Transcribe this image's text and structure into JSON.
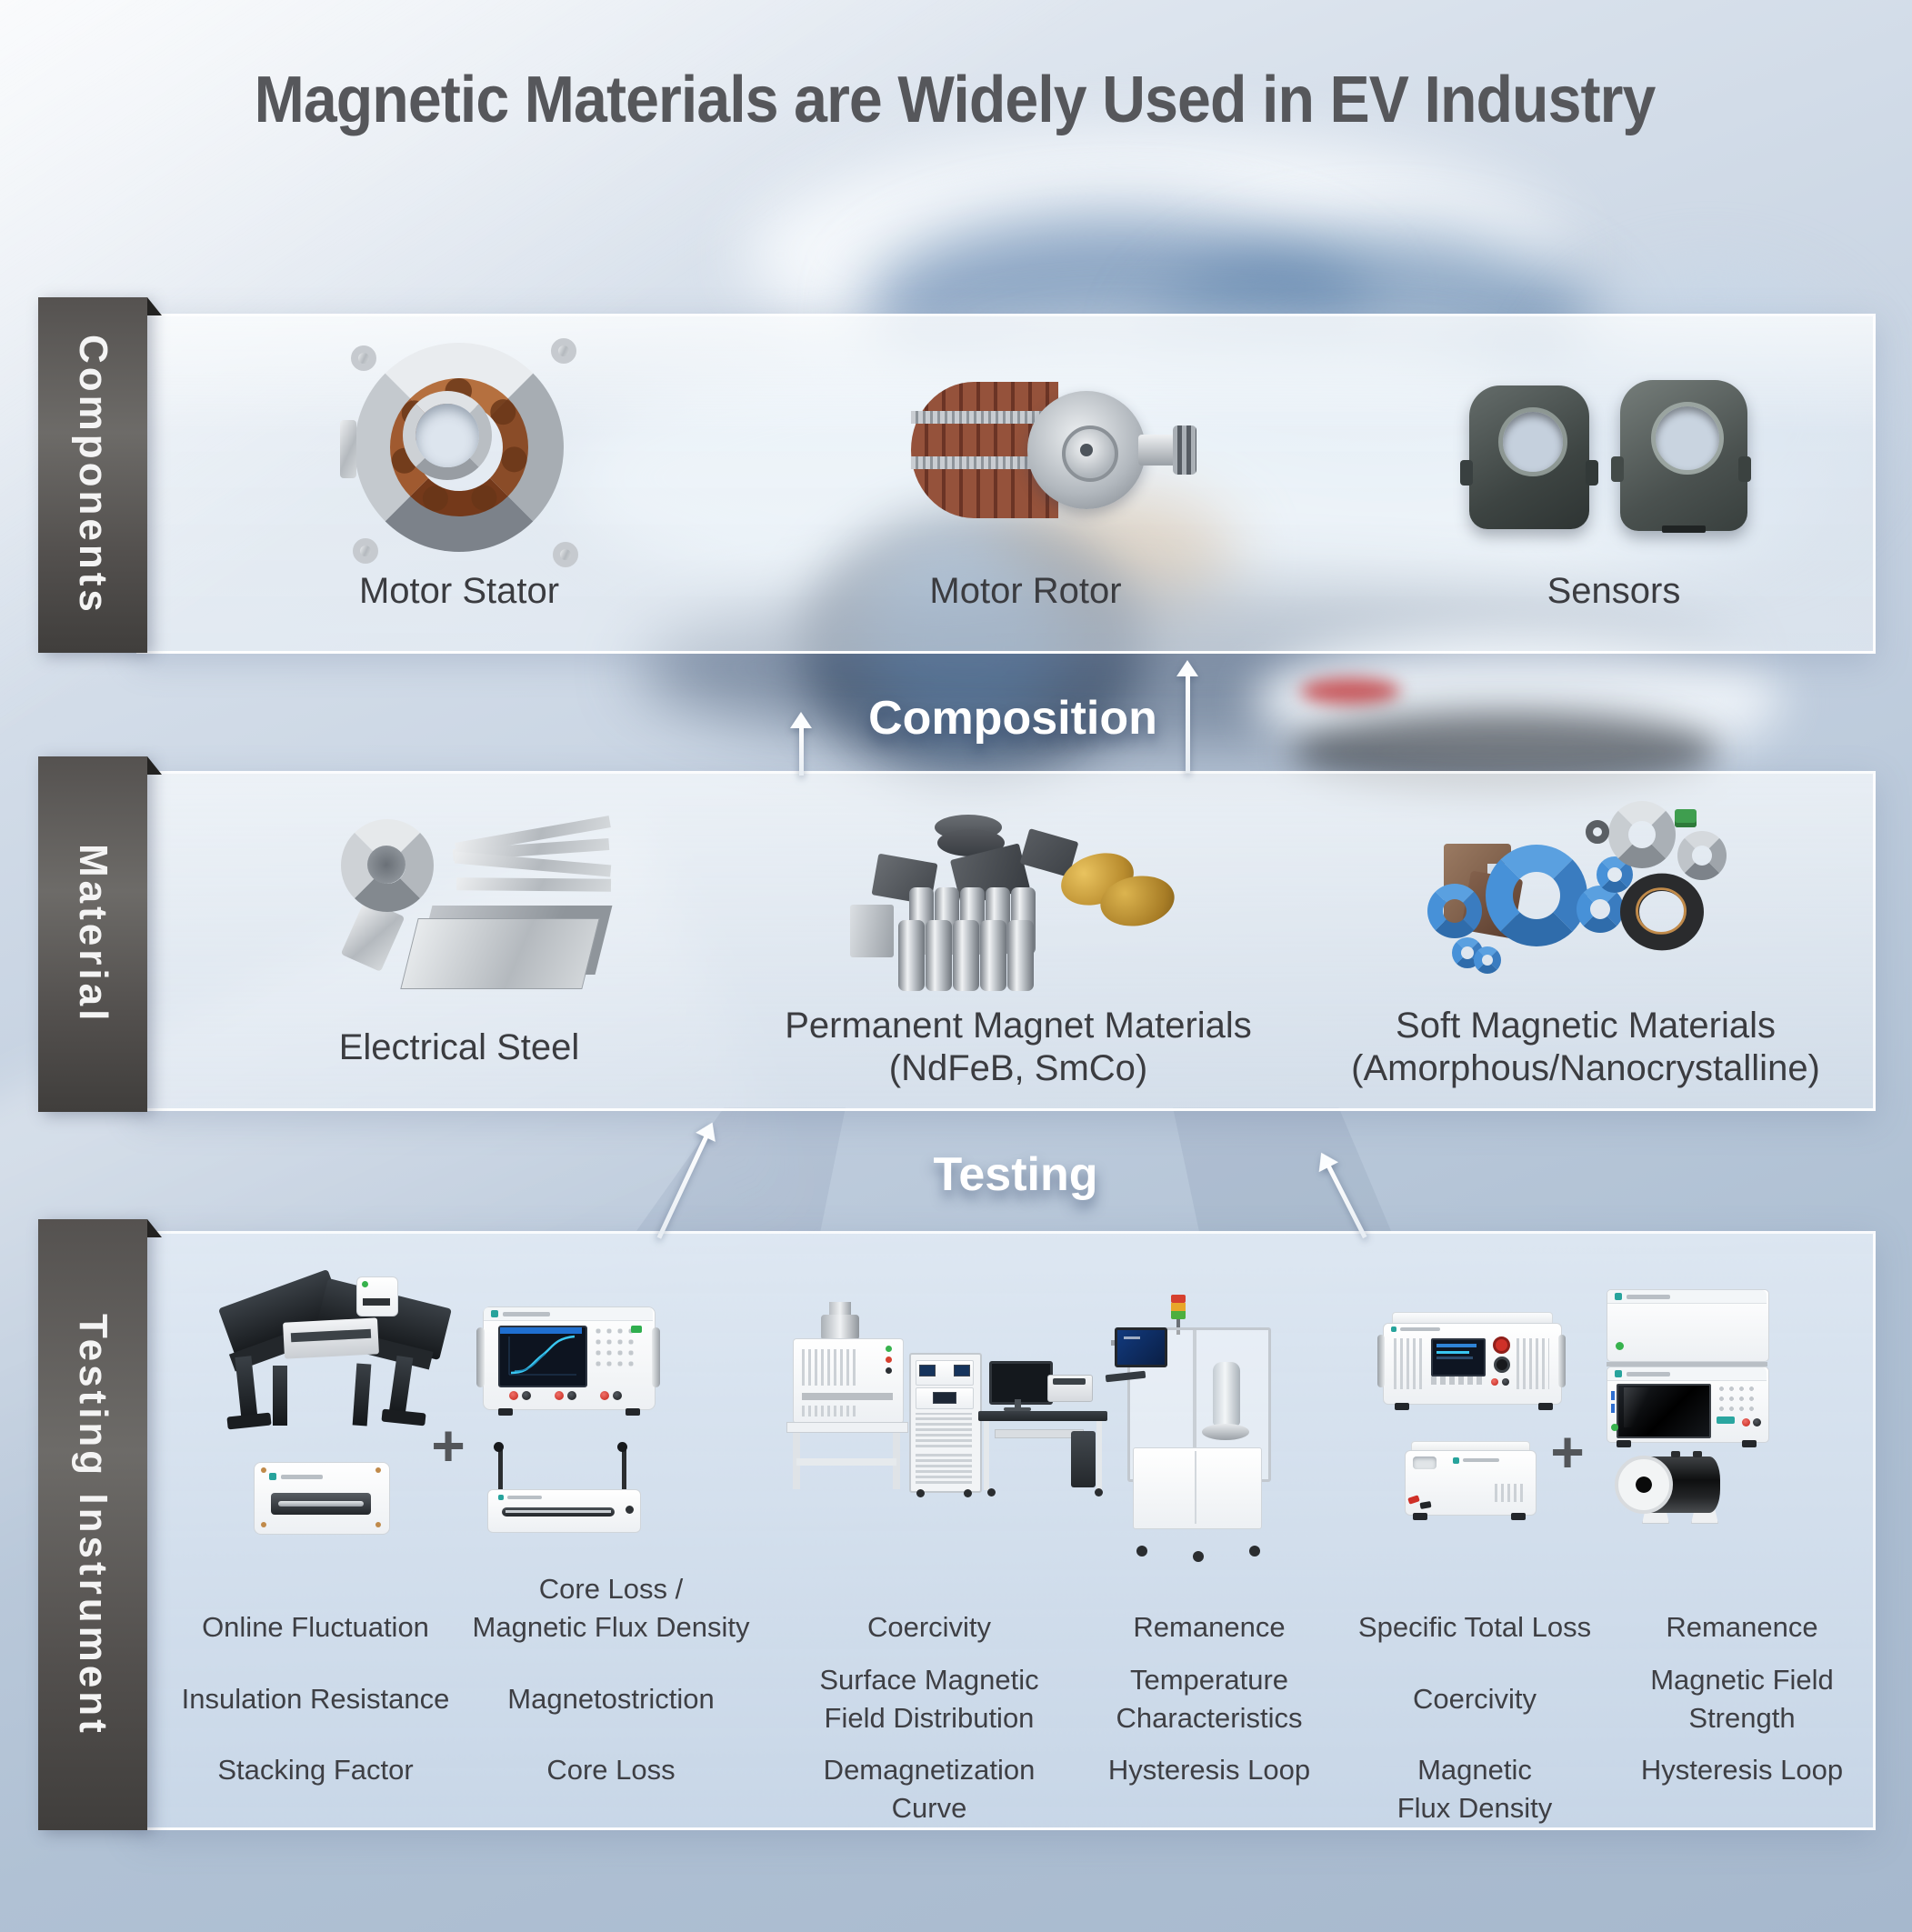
{
  "title": "Magnetic Materials are Widely Used in EV Industry",
  "flow": {
    "composition": "Composition",
    "testing": "Testing"
  },
  "components_band": {
    "ribbon": "Components",
    "items": [
      {
        "label": "Motor Stator"
      },
      {
        "label": "Motor Rotor"
      },
      {
        "label": "Sensors"
      }
    ]
  },
  "material_band": {
    "ribbon": "Material",
    "items": [
      {
        "line1": "Electrical Steel",
        "line2": ""
      },
      {
        "line1": "Permanent Magnet Materials",
        "line2": "(NdFeB, SmCo)"
      },
      {
        "line1": "Soft Magnetic Materials",
        "line2": "(Amorphous/Nanocrystalline)"
      }
    ]
  },
  "testing_band": {
    "ribbon": "Testing Instrument",
    "plus": "+",
    "labels": [
      {
        "lines": [
          "Online Fluctuation"
        ]
      },
      {
        "lines": [
          "Core Loss /",
          "Magnetic Flux Density"
        ]
      },
      {
        "lines": [
          "Coercivity"
        ]
      },
      {
        "lines": [
          "Remanence"
        ]
      },
      {
        "lines": [
          "Specific Total Loss"
        ]
      },
      {
        "lines": [
          "Remanence"
        ]
      },
      {
        "lines": [
          "Insulation Resistance"
        ]
      },
      {
        "lines": [
          "Magnetostriction"
        ]
      },
      {
        "lines": [
          "Surface Magnetic",
          "Field Distribution"
        ]
      },
      {
        "lines": [
          "Temperature",
          "Characteristics"
        ]
      },
      {
        "lines": [
          "Coercivity"
        ]
      },
      {
        "lines": [
          "Magnetic Field",
          "Strength"
        ]
      },
      {
        "lines": [
          "Stacking Factor"
        ]
      },
      {
        "lines": [
          "Core Loss"
        ]
      },
      {
        "lines": [
          "Demagnetization",
          "Curve"
        ]
      },
      {
        "lines": [
          "Hysteresis Loop"
        ]
      },
      {
        "lines": [
          "Magnetic",
          "Flux Density"
        ]
      },
      {
        "lines": [
          "Hysteresis Loop"
        ]
      }
    ]
  },
  "colors": {
    "ribbon_dark": "#4a4846",
    "label_text": "#3e3f44",
    "title_text": "#56575b",
    "flow_text": "#ffffff",
    "toroid_blue": "#4791d8",
    "copper_winding": "#a9653a",
    "signal_red": "#d6402f",
    "signal_amber": "#e8a62a",
    "signal_green": "#4daf3e",
    "screen_cyan": "#39c6f0"
  }
}
